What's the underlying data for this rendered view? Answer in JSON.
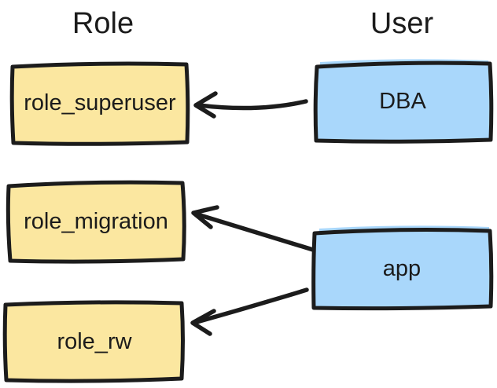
{
  "diagram": {
    "role_column_title": "Role",
    "user_column_title": "User",
    "roles": [
      {
        "label": "role_superuser"
      },
      {
        "label": "role_migration"
      },
      {
        "label": "role_rw"
      }
    ],
    "users": [
      {
        "label": "DBA"
      },
      {
        "label": "app"
      }
    ],
    "edges": [
      {
        "from": "DBA",
        "to": "role_superuser"
      },
      {
        "from": "app",
        "to": "role_migration"
      },
      {
        "from": "app",
        "to": "role_rw"
      }
    ],
    "colors": {
      "role_fill": "#fbe7a0",
      "user_fill": "#a9d7fb",
      "stroke": "#1c1c1c",
      "text": "#1b1b1b",
      "background": "#ffffff"
    }
  }
}
